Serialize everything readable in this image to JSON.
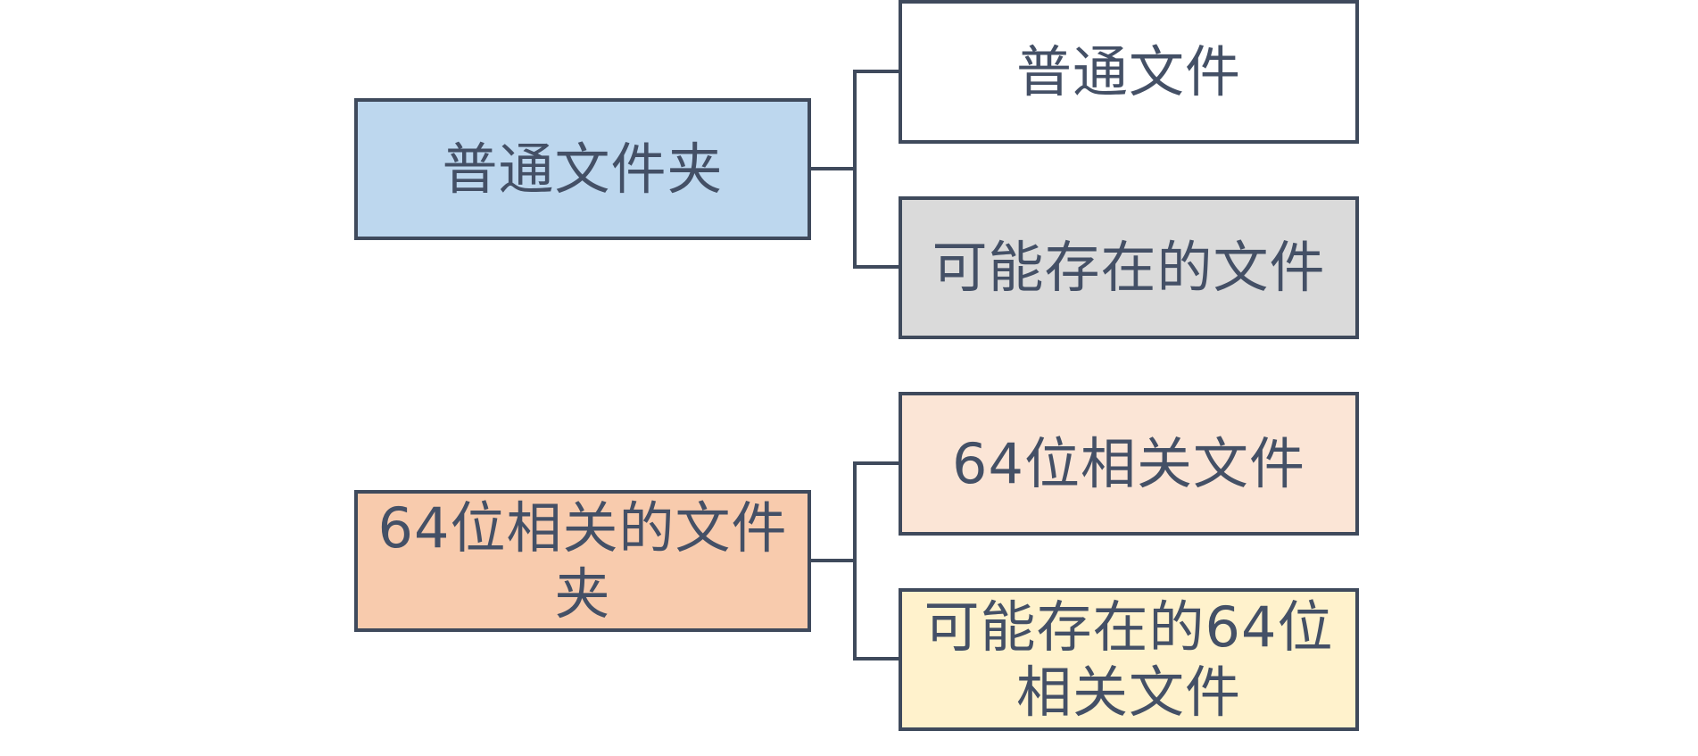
{
  "colors": {
    "border": "#3f4a5c",
    "text": "#445066",
    "folder_normal_fill": "#bdd7ee",
    "folder_64bit_fill": "#f8cbad",
    "file_normal_fill": "#ffffff",
    "file_possible_fill": "#dadada",
    "file_64bit_fill": "#fbe5d6",
    "file_possible_64bit_fill": "#fff2cc"
  },
  "groups": [
    {
      "folder": {
        "label": "普通文件夹"
      },
      "files": [
        {
          "label": "普通文件"
        },
        {
          "label": "可能存在的文件"
        }
      ]
    },
    {
      "folder": {
        "label": "64位相关的文件夹"
      },
      "files": [
        {
          "label": "64位相关文件"
        },
        {
          "label": "可能存在的64位相关文件"
        }
      ]
    }
  ]
}
